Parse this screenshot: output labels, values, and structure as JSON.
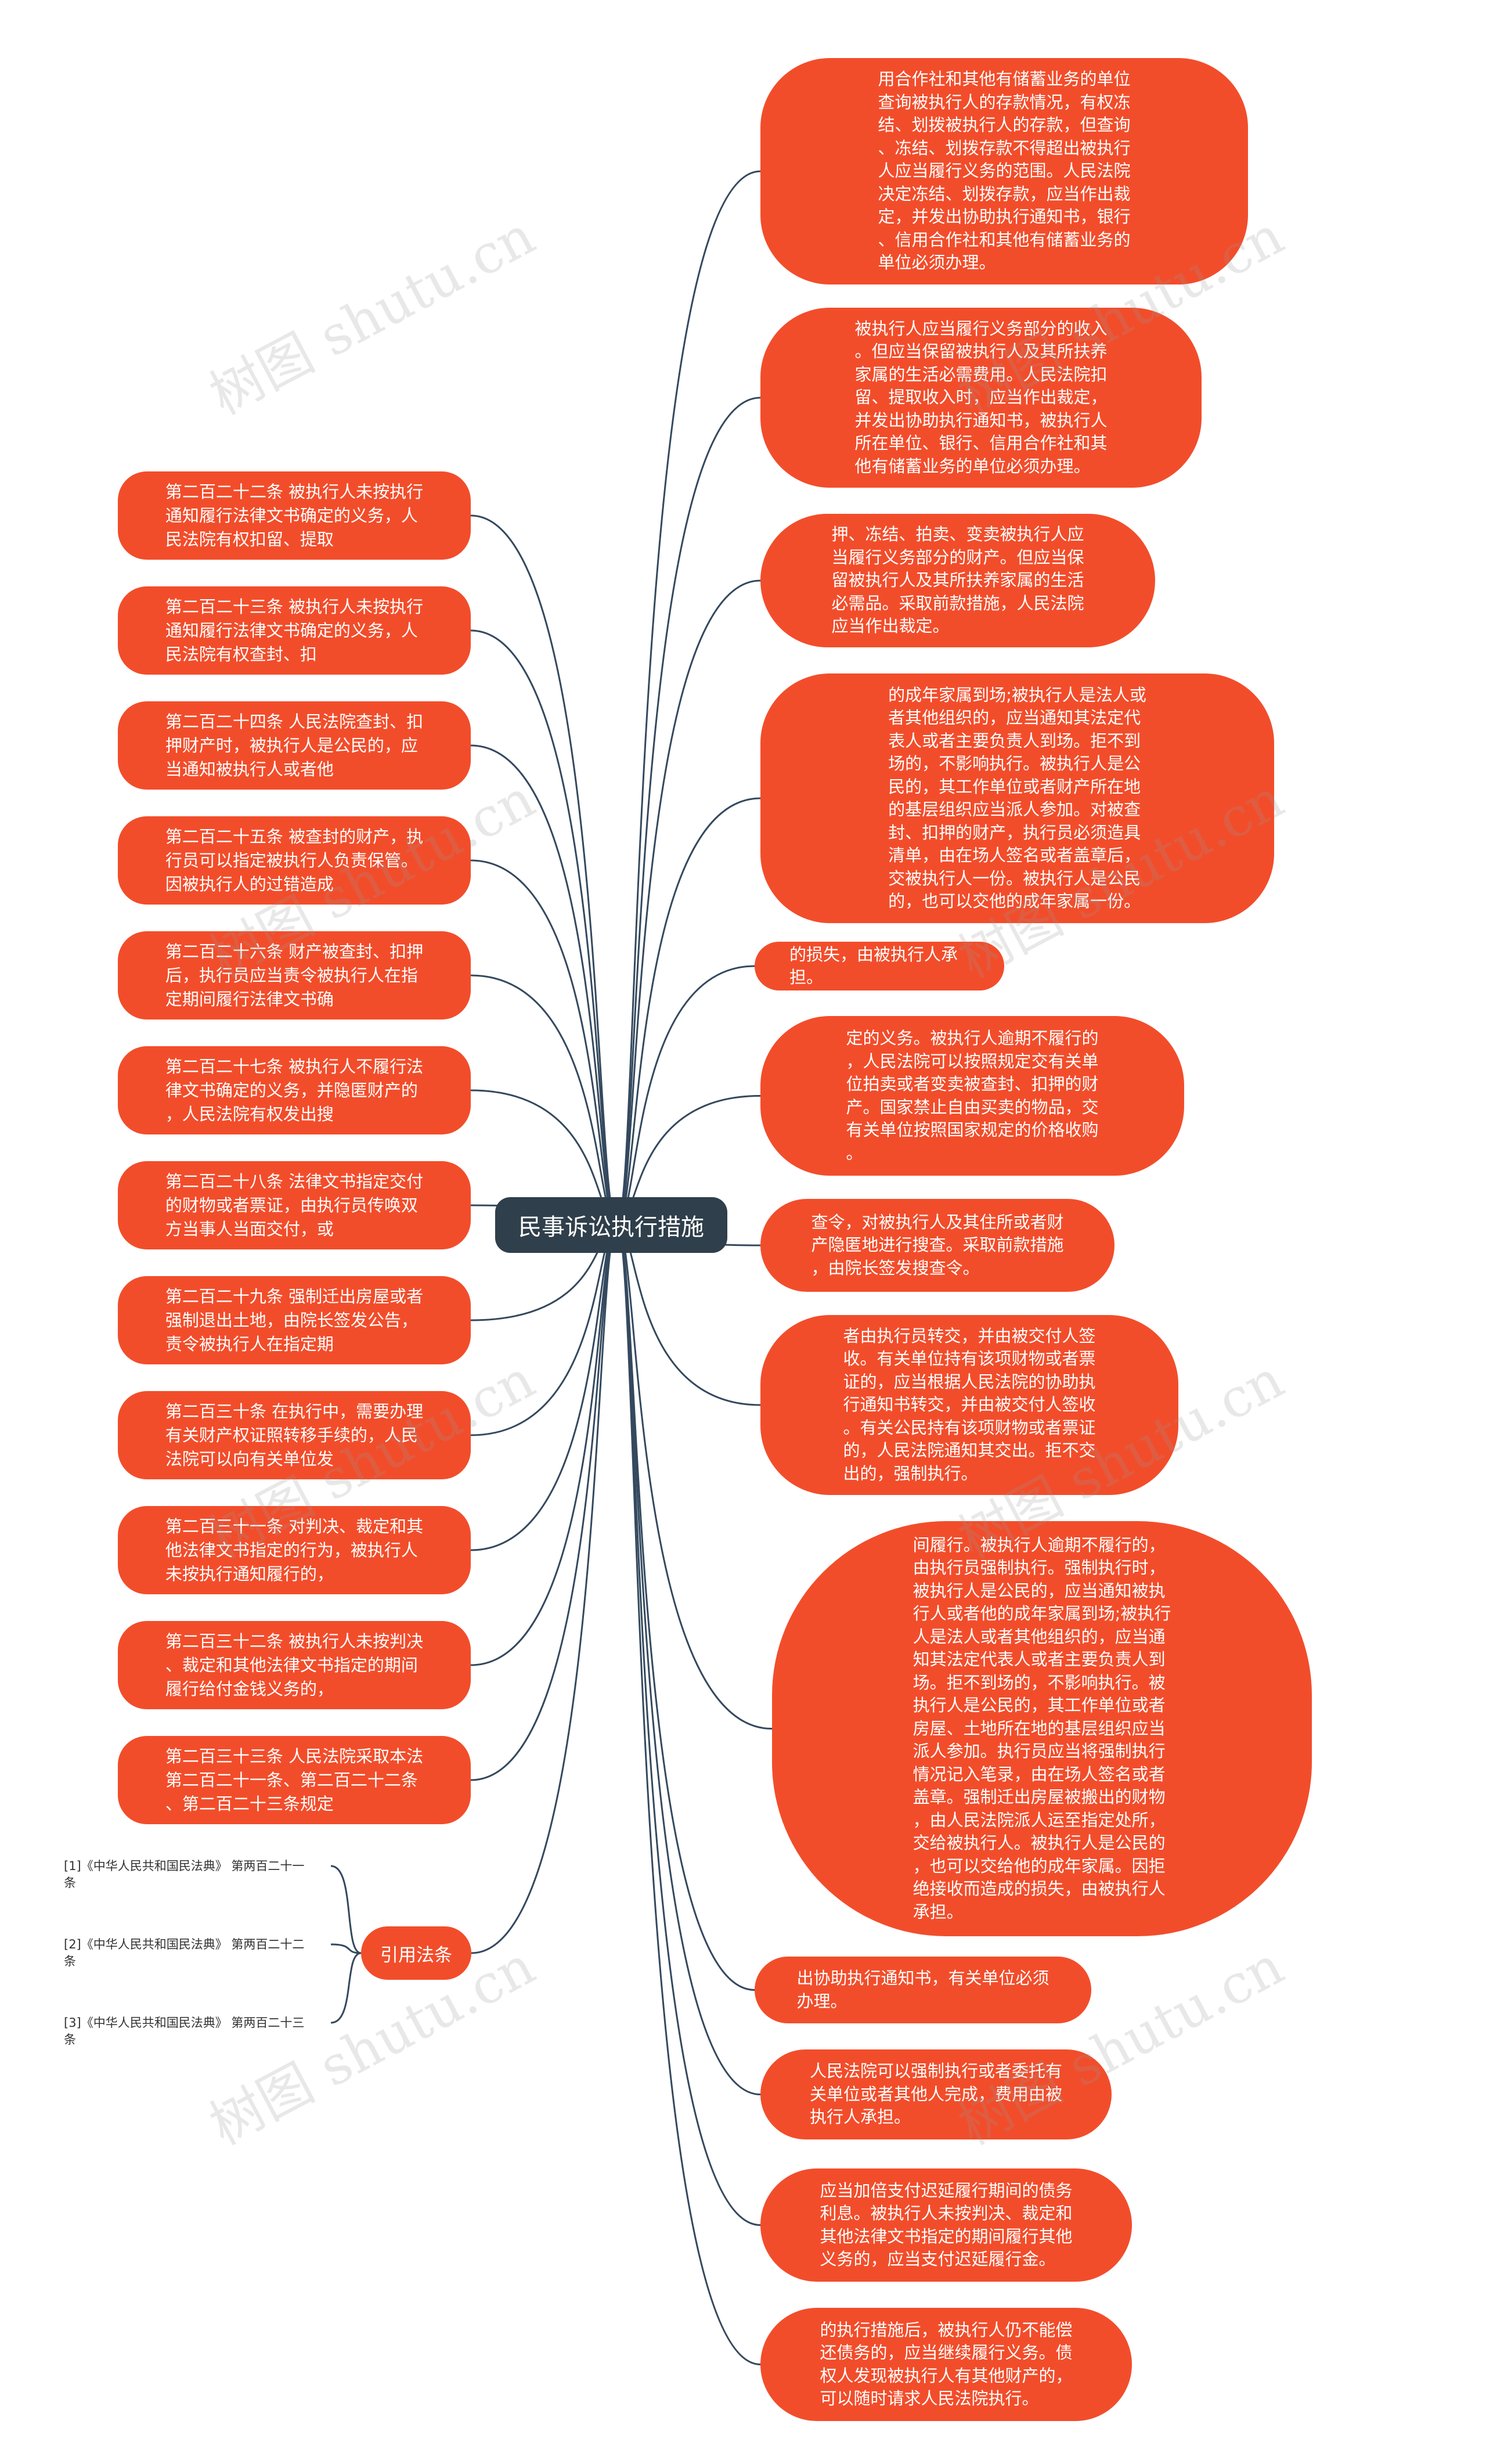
{
  "center": {
    "label": "民事诉讼执行措施"
  },
  "left_items": [
    "第二百二十二条 被执行人未按执行\n通知履行法律文书确定的义务，人\n民法院有权扣留、提取",
    "第二百二十三条 被执行人未按执行\n通知履行法律文书确定的义务，人\n民法院有权查封、扣",
    "第二百二十四条 人民法院查封、扣\n押财产时，被执行人是公民的，应\n当通知被执行人或者他",
    "第二百二十五条 被查封的财产，执\n行员可以指定被执行人负责保管。\n因被执行人的过错造成",
    "第二百二十六条 财产被查封、扣押\n后，执行员应当责令被执行人在指\n定期间履行法律文书确",
    "第二百二十七条 被执行人不履行法\n律文书确定的义务，并隐匿财产的\n，人民法院有权发出搜",
    "第二百二十八条 法律文书指定交付\n的财物或者票证，由执行员传唤双\n方当事人当面交付，或",
    "第二百二十九条 强制迁出房屋或者\n强制退出土地，由院长签发公告，\n责令被执行人在指定期",
    "第二百三十条 在执行中，需要办理\n有关财产权证照转移手续的，人民\n法院可以向有关单位发",
    "第二百三十一条 对判决、裁定和其\n他法律文书指定的行为，被执行人\n未按执行通知履行的，",
    "第二百三十二条 被执行人未按判决\n、裁定和其他法律文书指定的期间\n履行给付金钱义务的，",
    "第二百三十三条 人民法院采取本法\n第二百二十一条、第二百二十二条\n、第二百二十三条规定"
  ],
  "references": {
    "hub_label": "引用法条",
    "items": [
      "[1]《中华人民共和国民法典》 第两百二十一\n条",
      "[2]《中华人民共和国民法典》 第两百二十二\n条",
      "[3]《中华人民共和国民法典》 第两百二十三\n条"
    ]
  },
  "right_items": [
    "用合作社和其他有储蓄业务的单位\n查询被执行人的存款情况，有权冻\n结、划拨被执行人的存款，但查询\n、冻结、划拨存款不得超出被执行\n人应当履行义务的范围。人民法院\n决定冻结、划拨存款，应当作出裁\n定，并发出协助执行通知书，银行\n、信用合作社和其他有储蓄业务的\n单位必须办理。",
    "被执行人应当履行义务部分的收入\n。但应当保留被执行人及其所扶养\n家属的生活必需费用。人民法院扣\n留、提取收入时，应当作出裁定，\n并发出协助执行通知书，被执行人\n所在单位、银行、信用合作社和其\n他有储蓄业务的单位必须办理。",
    "押、冻结、拍卖、变卖被执行人应\n当履行义务部分的财产。但应当保\n留被执行人及其所扶养家属的生活\n必需品。采取前款措施，人民法院\n应当作出裁定。",
    "的成年家属到场;被执行人是法人或\n者其他组织的，应当通知其法定代\n表人或者主要负责人到场。拒不到\n场的，不影响执行。被执行人是公\n民的，其工作单位或者财产所在地\n的基层组织应当派人参加。对被查\n封、扣押的财产，执行员必须造具\n清单，由在场人签名或者盖章后，\n交被执行人一份。被执行人是公民\n的，也可以交他的成年家属一份。",
    "的损失，由被执行人承担。",
    "定的义务。被执行人逾期不履行的\n，人民法院可以按照规定交有关单\n位拍卖或者变卖被查封、扣押的财\n产。国家禁止自由买卖的物品，交\n有关单位按照国家规定的价格收购\n。",
    "查令，对被执行人及其住所或者财\n产隐匿地进行搜查。采取前款措施\n，由院长签发搜查令。",
    "者由执行员转交，并由被交付人签\n收。有关单位持有该项财物或者票\n证的，应当根据人民法院的协助执\n行通知书转交，并由被交付人签收\n。有关公民持有该项财物或者票证\n的，人民法院通知其交出。拒不交\n出的，强制执行。",
    "间履行。被执行人逾期不履行的，\n由执行员强制执行。强制执行时，\n被执行人是公民的，应当通知被执\n行人或者他的成年家属到场;被执行\n人是法人或者其他组织的，应当通\n知其法定代表人或者主要负责人到\n场。拒不到场的，不影响执行。被\n执行人是公民的，其工作单位或者\n房屋、土地所在地的基层组织应当\n派人参加。执行员应当将强制执行\n情况记入笔录，由在场人签名或者\n盖章。强制迁出房屋被搬出的财物\n，由人民法院派人运至指定处所，\n交给被执行人。被执行人是公民的\n，也可以交给他的成年家属。因拒\n绝接收而造成的损失，由被执行人\n承担。",
    "出协助执行通知书，有关单位必须\n办理。",
    "人民法院可以强制执行或者委托有\n关单位或者其他人完成，费用由被\n执行人承担。",
    "应当加倍支付迟延履行期间的债务\n利息。被执行人未按判决、裁定和\n其他法律文书指定的期间履行其他\n义务的，应当支付迟延履行金。",
    "的执行措施后，被执行人仍不能偿\n还债务的，应当继续履行义务。债\n权人发现被执行人有其他财产的，\n可以随时请求人民法院执行。"
  ],
  "watermark": "树图 shutu.cn",
  "colors": {
    "node": "#f24d2b",
    "center": "#2f3f4b",
    "edge": "#34495e"
  }
}
